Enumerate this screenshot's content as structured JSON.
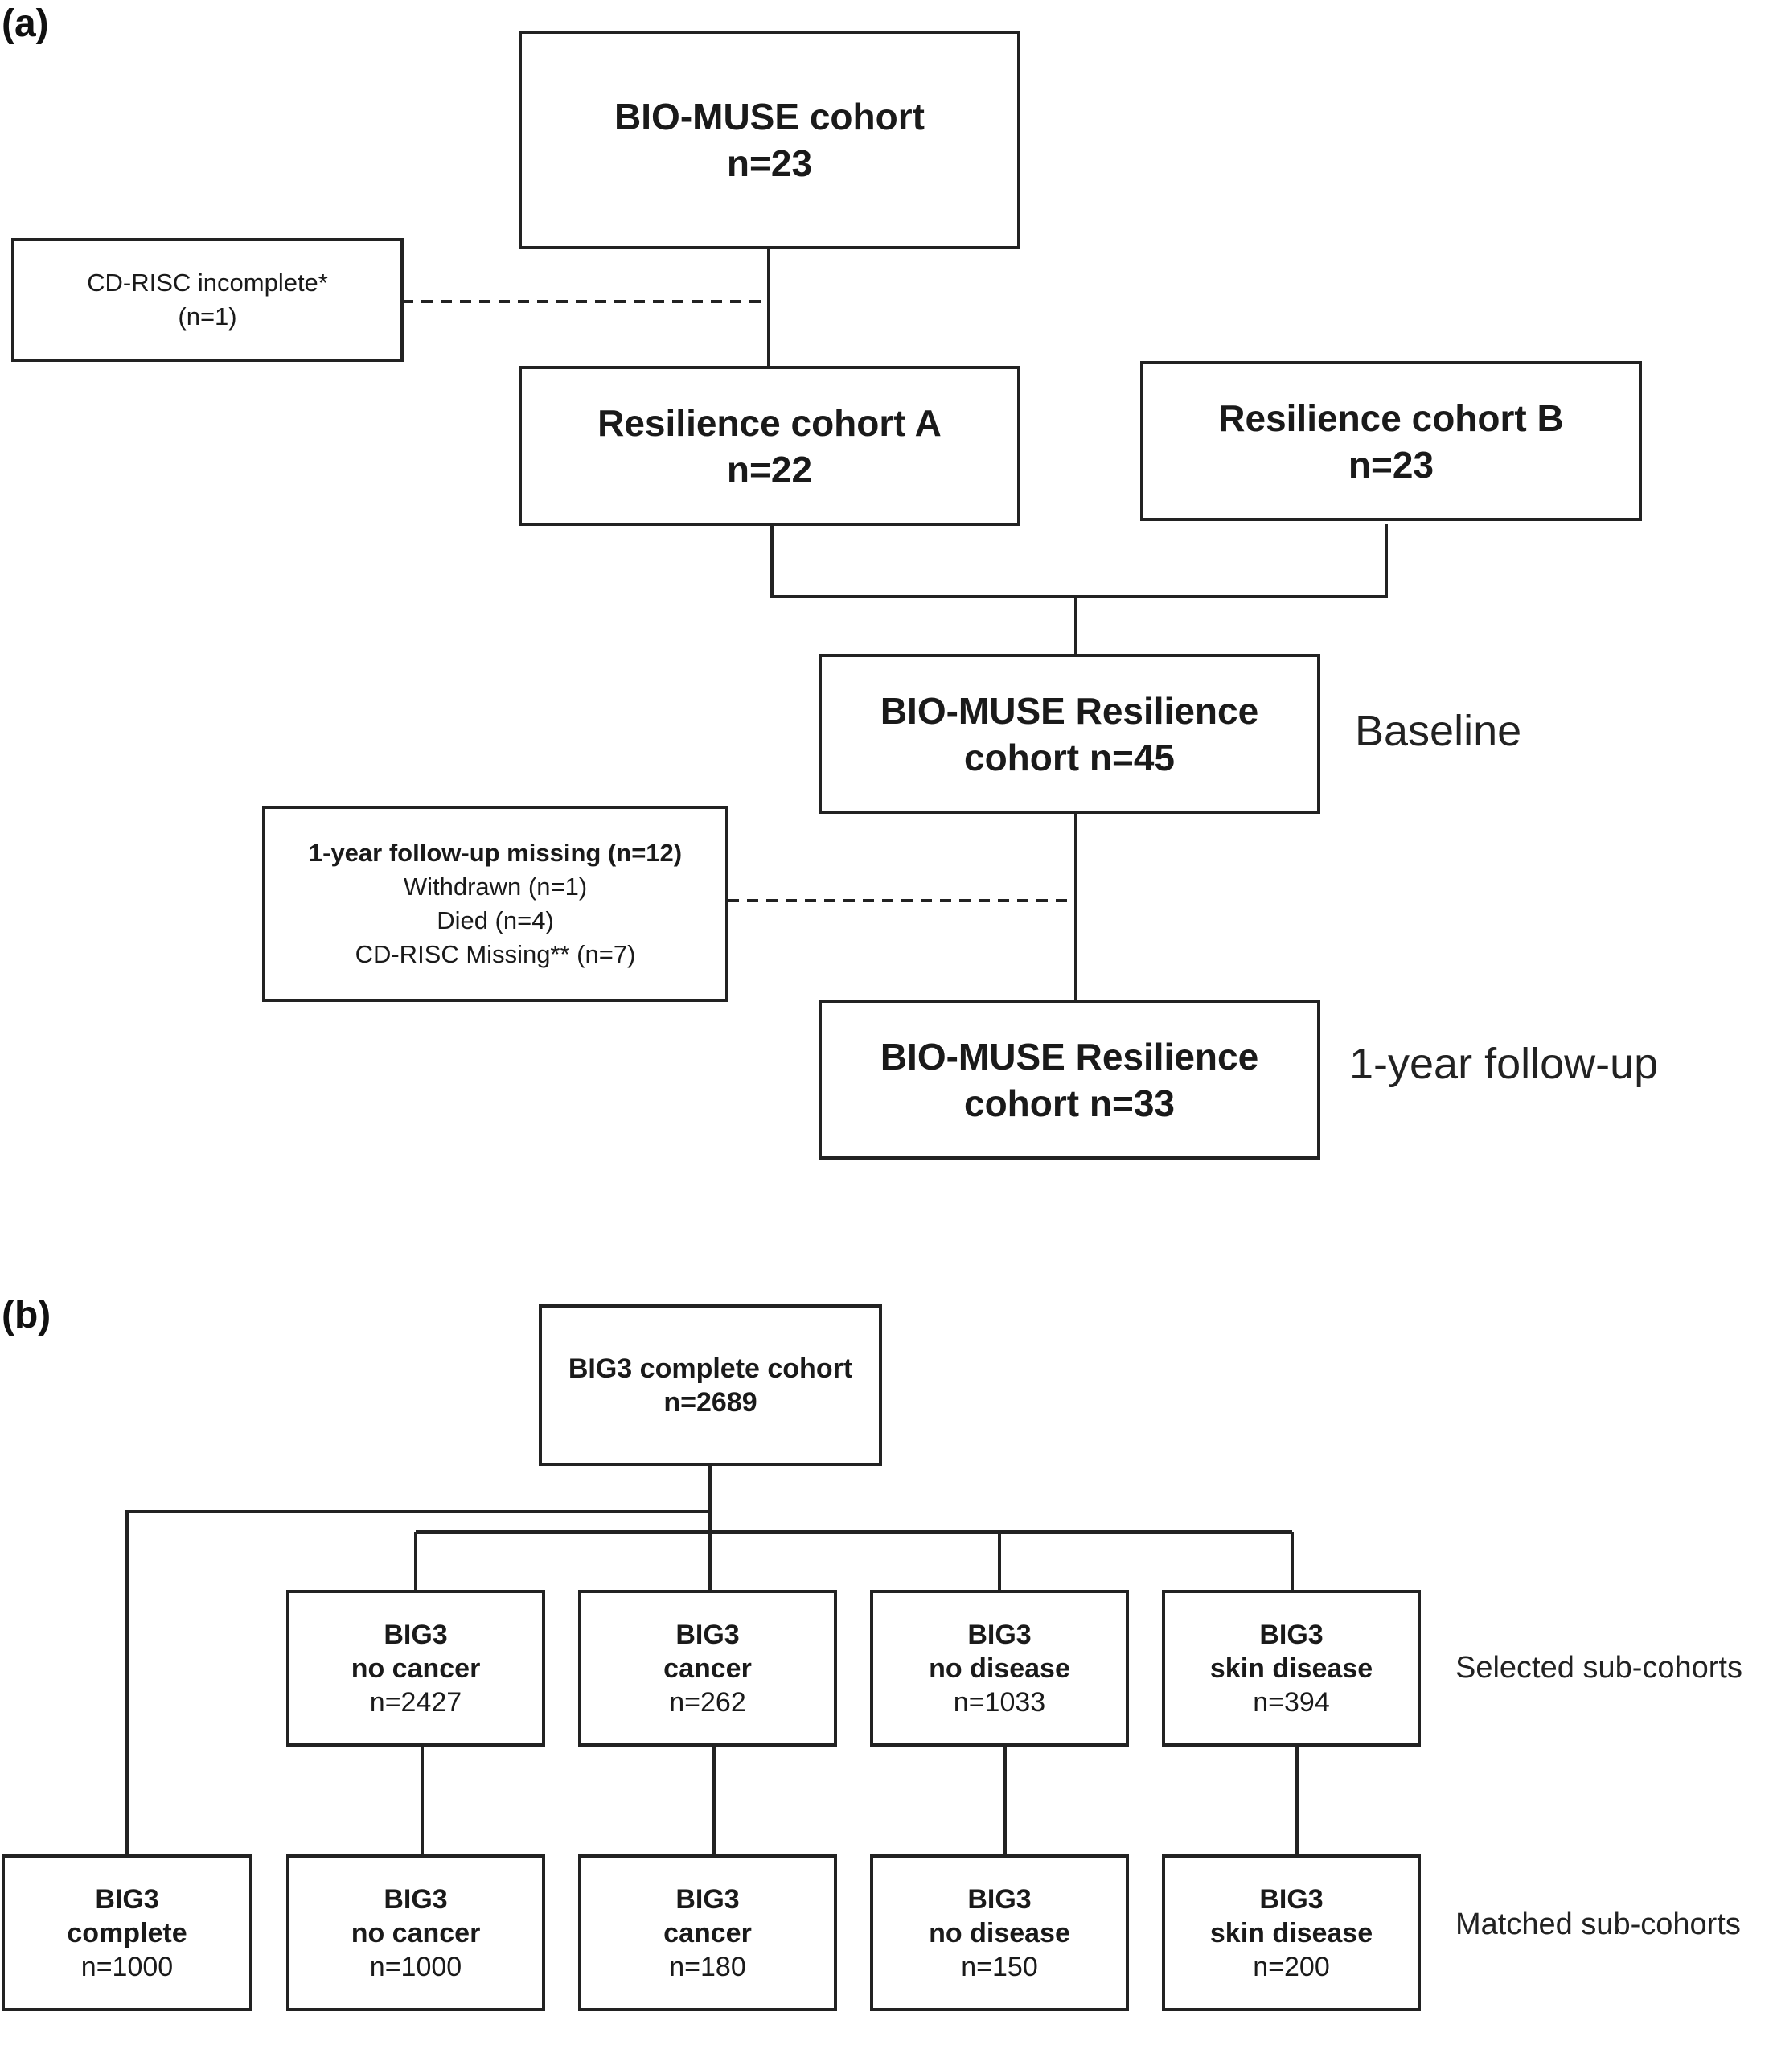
{
  "panel_a": {
    "label": "(a)",
    "bio_muse": {
      "title": "BIO-MUSE cohort",
      "n": "n=23"
    },
    "excluded_a": {
      "title": "CD-RISC incomplete*",
      "n": "(n=1)"
    },
    "res_a": {
      "title": "Resilience cohort A",
      "n": "n=22"
    },
    "res_b": {
      "title": "Resilience cohort B",
      "n": "n=23"
    },
    "baseline_box": {
      "line1": "BIO-MUSE Resilience",
      "line2": "cohort n=45"
    },
    "baseline_label": "Baseline",
    "missing": {
      "title": "1-year follow-up missing (n=12)",
      "lines": [
        "Withdrawn (n=1)",
        "Died (n=4)",
        "CD-RISC Missing** (n=7)"
      ]
    },
    "followup_box": {
      "line1": "BIO-MUSE Resilience",
      "line2": "cohort n=33"
    },
    "followup_label": "1-year follow-up"
  },
  "panel_b": {
    "label": "(b)",
    "root": {
      "title": "BIG3 complete cohort",
      "n": "n=2689"
    },
    "selected_label": "Selected sub-cohorts",
    "matched_label": "Matched sub-cohorts",
    "selected": [
      {
        "line1": "BIG3",
        "line2": "no cancer",
        "n": "n=2427"
      },
      {
        "line1": "BIG3",
        "line2": "cancer",
        "n": "n=262"
      },
      {
        "line1": "BIG3",
        "line2": "no disease",
        "n": "n=1033"
      },
      {
        "line1": "BIG3",
        "line2": "skin disease",
        "n": "n=394"
      }
    ],
    "matched": [
      {
        "line1": "BIG3",
        "line2": "complete",
        "n": "n=1000"
      },
      {
        "line1": "BIG3",
        "line2": "no cancer",
        "n": "n=1000"
      },
      {
        "line1": "BIG3",
        "line2": "cancer",
        "n": "n=180"
      },
      {
        "line1": "BIG3",
        "line2": "no disease",
        "n": "n=150"
      },
      {
        "line1": "BIG3",
        "line2": "skin disease",
        "n": "n=200"
      }
    ]
  }
}
